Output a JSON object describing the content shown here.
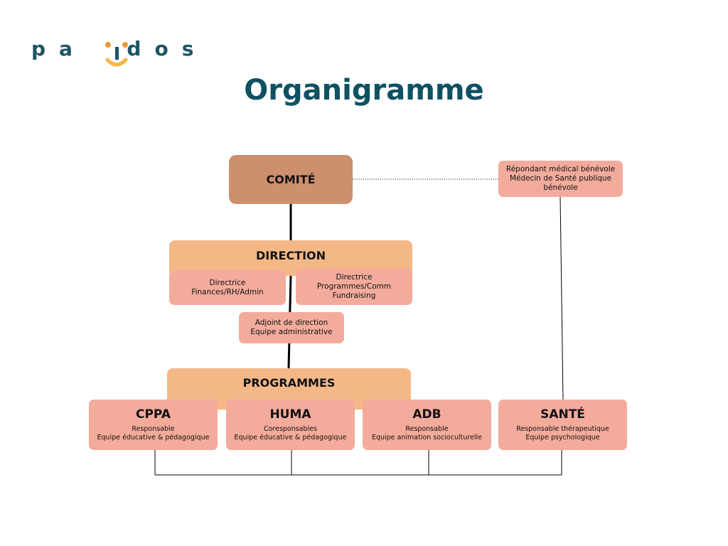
{
  "logo": {
    "text": "pa  dos",
    "i_colors": {
      "dots": "#f0962e",
      "stem": "#1d5566",
      "smile": "#f5b540"
    }
  },
  "title": "Organigramme",
  "colors": {
    "title": "#0f5162",
    "comite": "#cd8f6c",
    "section": "#f4b887",
    "role": "#f3ab9c",
    "line": "#000000"
  },
  "comite": {
    "label": "COMITÉ"
  },
  "medical": {
    "text": "Répondant médical bénévole\nMédecin de Santé publique\nbénévole"
  },
  "direction": {
    "label": "DIRECTION",
    "finances": "Directrice\nFinances/RH/Admin",
    "programmes": "Directrice\nProgrammes/Comm\nFundraising",
    "adjoint": "Adjoint de direction\nEquipe administrative"
  },
  "programmes": {
    "label": "PROGRAMMES",
    "items": [
      {
        "title": "CPPA",
        "desc": "Responsable\nEquipe éducative & pédagogique"
      },
      {
        "title": "HUMA",
        "desc": "Coresponsables\nEquipe éducative & pédagogique"
      },
      {
        "title": "ADB",
        "desc": "Responsable\nEquipe animation socioculturelle"
      },
      {
        "title": "SANTÉ",
        "desc": "Responsable thérapeutique\nEquipe psychologique"
      }
    ]
  }
}
